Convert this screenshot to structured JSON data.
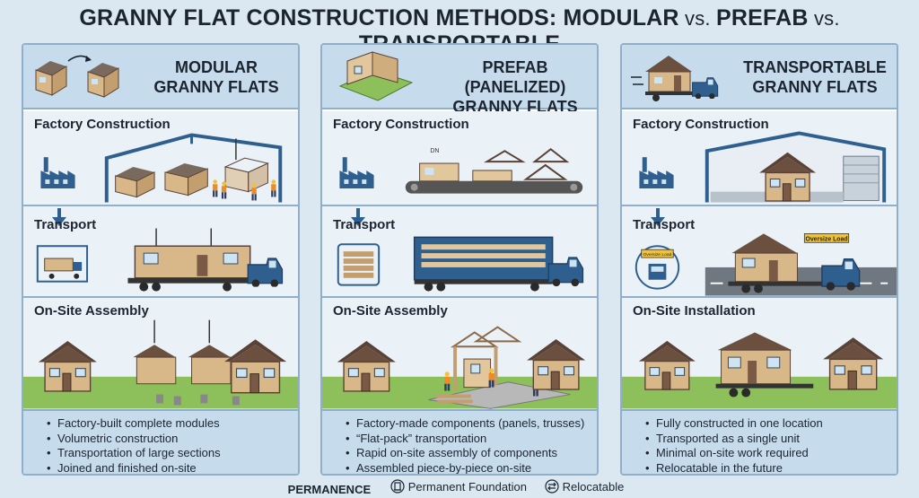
{
  "title": {
    "part1": "GRANNY FLAT CONSTRUCTION METHODS: MODULAR",
    "vs1": " vs. ",
    "part2": "PREFAB",
    "vs2": " vs. ",
    "part3": "TRANSPORTABLE"
  },
  "columns": [
    {
      "heading_line1": "MODULAR",
      "heading_line2": "GRANNY FLATS",
      "sections": [
        "Factory Construction",
        "Transport",
        "On-Site Assembly"
      ],
      "bullets": [
        "Factory-built complete modules",
        "Volumetric construction",
        "Transportation of large sections",
        "Joined and finished on-site"
      ]
    },
    {
      "heading_line1": "PREFAB (PANELIZED)",
      "heading_line2": "GRANNY FLATS",
      "sections": [
        "Factory Construction",
        "Transport",
        "On-Site Assembly"
      ],
      "bullets": [
        "Factory-made components (panels, trusses)",
        "“Flat-pack” transportation",
        "Rapid on-site assembly of components",
        "Assembled piece-by-piece on-site"
      ]
    },
    {
      "heading_line1": "TRANSPORTABLE",
      "heading_line2": "GRANNY FLATS",
      "sections": [
        "Factory Construction",
        "Transport",
        "On-Site Installation"
      ],
      "bullets": [
        "Fully constructed in one location",
        "Transported as a single unit",
        "Minimal on-site work required",
        "Relocatable in the future"
      ]
    }
  ],
  "signs": {
    "oversize_load": "Oversize Load",
    "oversize_small": "Oversize Load",
    "panel_label": "DN"
  },
  "footer": {
    "label": "PERMANENCE",
    "item1": "Permanent Foundation",
    "item2": "Relocatable"
  },
  "colors": {
    "panel_border": "#8fb0c8",
    "header_bg": "#c6dcec",
    "section_bg": "#eaf2f8",
    "factory": "#2f5f8f",
    "truck": "#2f5f8f",
    "house_wall": "#d8b789",
    "roof": "#6b5040",
    "grass": "#8dbf5a"
  },
  "icons": {
    "foundation": "foundation-icon",
    "relocatable": "relocate-arrows-icon"
  }
}
